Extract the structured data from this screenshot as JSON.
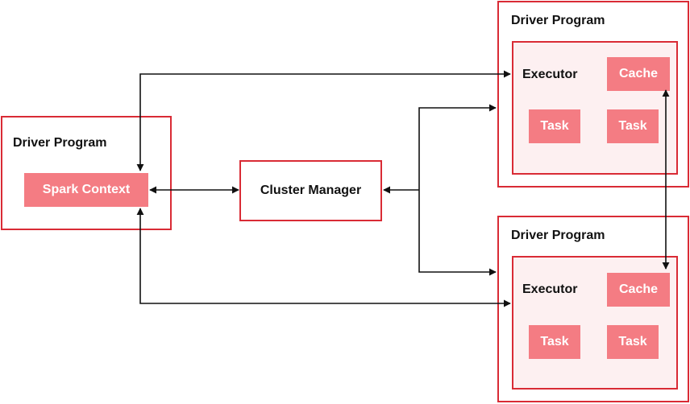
{
  "left_driver": {
    "title": "Driver Program",
    "context": "Spark Context"
  },
  "cluster_manager": {
    "label": "Cluster Manager"
  },
  "worker_top": {
    "title": "Driver Program",
    "executor": "Executor",
    "cache": "Cache",
    "tasks": [
      "Task",
      "Task"
    ]
  },
  "worker_bottom": {
    "title": "Driver Program",
    "executor": "Executor",
    "cache": "Cache",
    "tasks": [
      "Task",
      "Task"
    ]
  },
  "colors": {
    "border": "#d92b35",
    "chip": "#f47c83",
    "inner_fill": "#fdf0f1",
    "arrow": "#111111"
  }
}
